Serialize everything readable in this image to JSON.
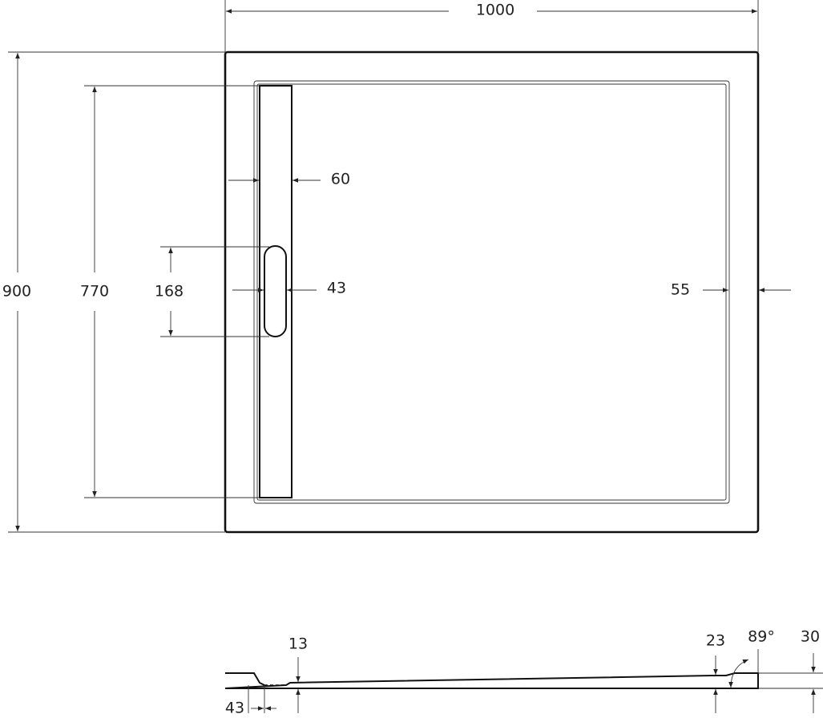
{
  "drawing": {
    "plan_view": {
      "width_label": "1000",
      "depth_label": "900",
      "channel_length_label": "770",
      "drain_length_label": "168",
      "channel_width_label": "60",
      "drain_width_label": "43",
      "rim_width_label": "55"
    },
    "section_view": {
      "channel_depth_label": "13",
      "drain_offset_label": "43",
      "rim_depth_label": "23",
      "angle_label": "89°",
      "height_label": "30"
    },
    "colors": {
      "line": "#111111",
      "background": "#ffffff"
    }
  }
}
